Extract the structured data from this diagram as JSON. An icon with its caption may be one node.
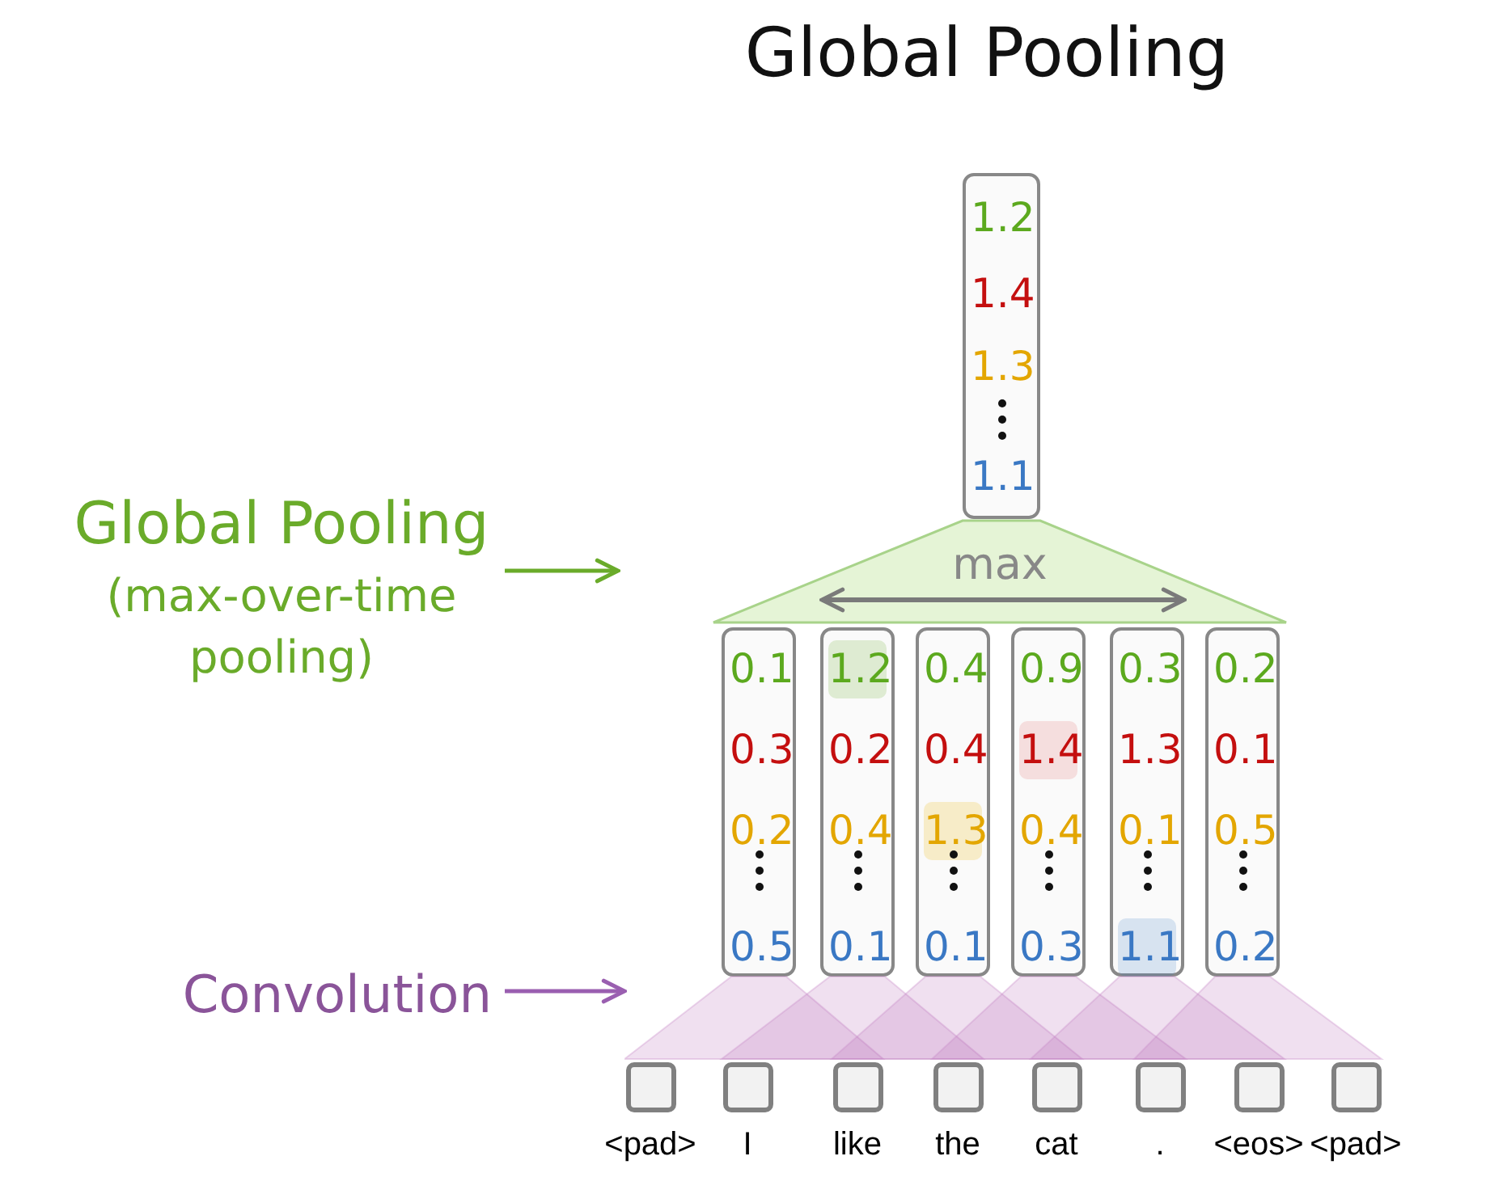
{
  "diagram": {
    "title": "Global Pooling",
    "nodes": [
      {
        "text": [
          "1.2",
          "1.4",
          "1.3",
          "1.1"
        ]
      },
      {
        "text": [
          "0.1",
          "0.3",
          "0.2",
          "0.5"
        ]
      },
      {
        "text": [
          "1.2",
          "0.2",
          "0.4",
          "0.1"
        ]
      },
      {
        "text": [
          "0.4",
          "0.4",
          "1.3",
          "0.1"
        ]
      },
      {
        "text": [
          "0.9",
          "1.4",
          "0.4",
          "0.3"
        ]
      },
      {
        "text": [
          "0.3",
          "1.3",
          "0.1",
          "1.1"
        ]
      },
      {
        "text": [
          "0.2",
          "0.1",
          "0.5",
          "0.2"
        ]
      },
      {
        "text": [
          "max"
        ]
      },
      {
        "text": [],
        "shape": "box",
        "beside": [
          "<pad>"
        ]
      },
      {
        "text": [],
        "shape": "box",
        "beside": [
          "I"
        ]
      },
      {
        "text": [],
        "shape": "box",
        "beside": [
          "like"
        ]
      },
      {
        "text": [],
        "shape": "box",
        "beside": [
          "the"
        ]
      },
      {
        "text": [],
        "shape": "box",
        "beside": [
          "cat"
        ]
      },
      {
        "text": [],
        "shape": "box",
        "beside": [
          "."
        ]
      },
      {
        "text": [],
        "shape": "box",
        "beside": [
          "<eos>"
        ]
      },
      {
        "text": [],
        "shape": "box",
        "beside": [
          "<pad>"
        ]
      },
      {
        "text": [
          "Global Pooling",
          "(max-over-time pooling)"
        ]
      },
      {
        "text": [
          "Convolution"
        ]
      },
      {
        "text": [],
        "shape": "band"
      }
    ],
    "edges": [
      {
        "from": 16,
        "to": null,
        "arrow": "to",
        "color": "#6aab2a"
      },
      {
        "from": 17,
        "to": 18,
        "arrow": "to",
        "color": "#9a5fb0"
      }
    ]
  }
}
